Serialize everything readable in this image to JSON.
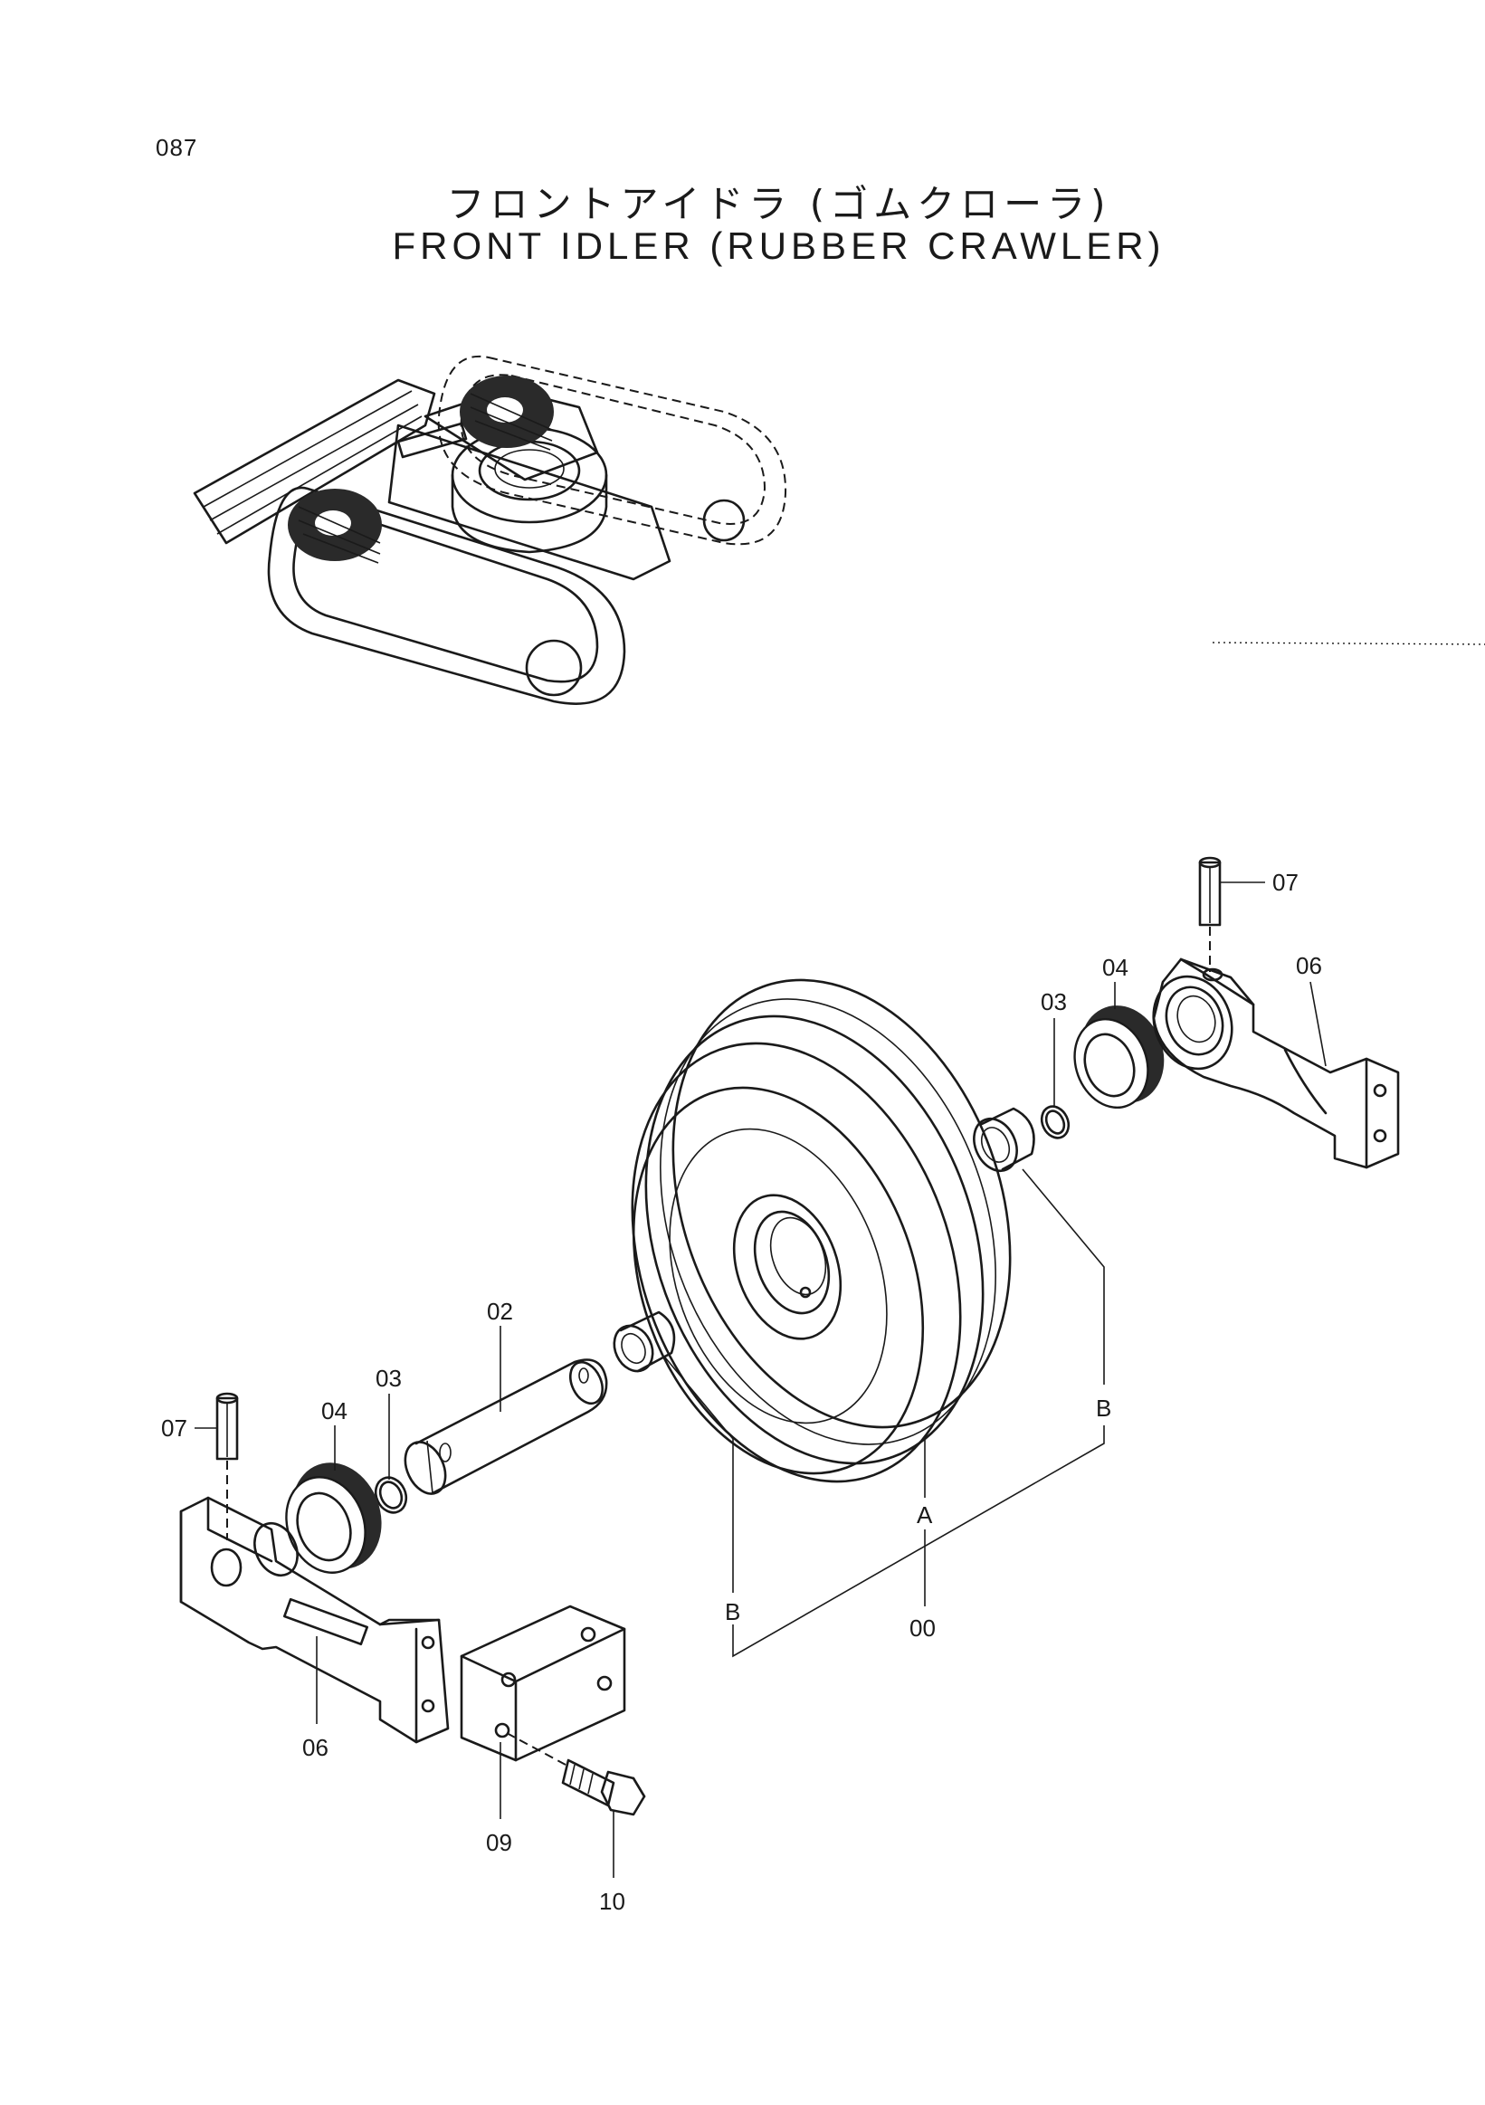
{
  "page": {
    "number": "087",
    "title_jp": "フロントアイドラ (ゴムクローラ)",
    "title_en": "FRONT IDLER (RUBBER CRAWLER)"
  },
  "callouts": {
    "c00": "00",
    "c02": "02",
    "c03_left": "03",
    "c03_right": "03",
    "c04_left": "04",
    "c04_right": "04",
    "c06_left": "06",
    "c06_right": "06",
    "c07_left": "07",
    "c07_right": "07",
    "c09": "09",
    "c10": "10",
    "cA": "A",
    "cB_left": "B",
    "cB_right": "B"
  }
}
